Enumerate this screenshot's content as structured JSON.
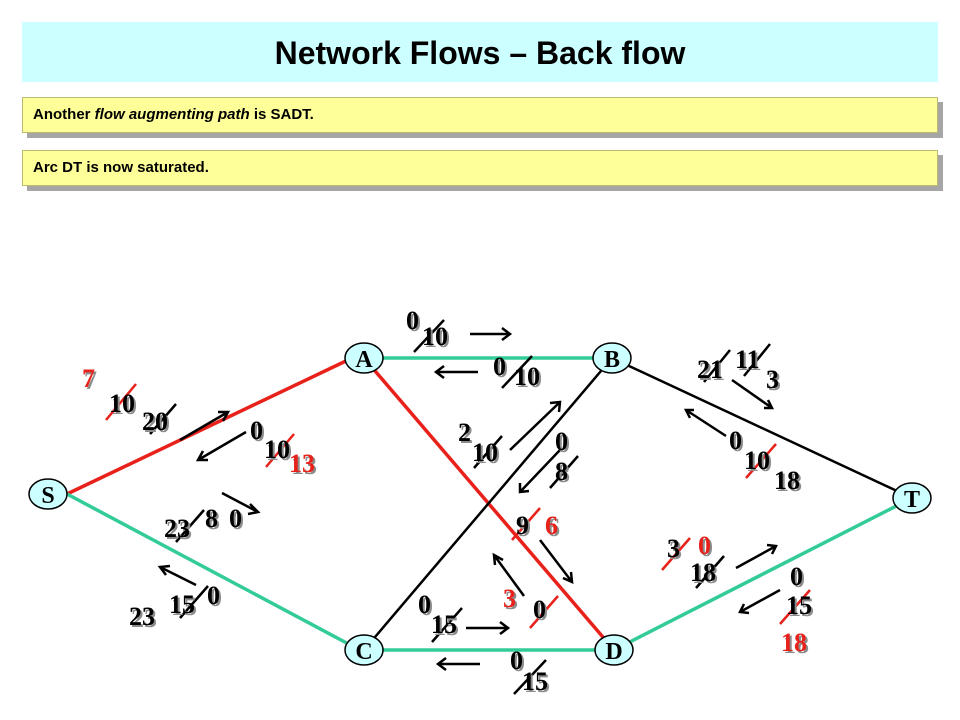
{
  "title": "Network Flows – Back flow",
  "notes": {
    "n1_a": "Another ",
    "n1_b": "flow augmenting path",
    "n1_c": " is SADT.",
    "n2": "Arc DT is now saturated."
  },
  "colors": {
    "title_bg": "#ccffff",
    "note_bg": "#ffff99",
    "node_fill": "#ccffff",
    "teal_edge": "#33cc99",
    "red_edge": "#e8211b",
    "black_edge": "#000000"
  },
  "nodes": {
    "S": "S",
    "A": "A",
    "B": "B",
    "C": "C",
    "D": "D",
    "T": "T"
  },
  "edges": [
    {
      "from": "S",
      "to": "A",
      "color": "red"
    },
    {
      "from": "S",
      "to": "C",
      "color": "teal"
    },
    {
      "from": "A",
      "to": "B",
      "color": "teal"
    },
    {
      "from": "A",
      "to": "D",
      "color": "red"
    },
    {
      "from": "C",
      "to": "B",
      "color": "black"
    },
    {
      "from": "C",
      "to": "D",
      "color": "teal"
    },
    {
      "from": "B",
      "to": "T",
      "color": "black"
    },
    {
      "from": "D",
      "to": "T",
      "color": "teal"
    }
  ],
  "labels": {
    "sa_new_fwd": "7",
    "sa_old_fwd": "10",
    "sa_cap": "20",
    "sa_back_old": "0",
    "sa_back_mid": "10",
    "sa_back_new": "13",
    "sc_a": "23",
    "sc_b": "8",
    "sc_c": "0",
    "sc_d": "23",
    "sc_e": "15",
    "sc_f": "0",
    "ab_a": "0",
    "ab_b": "10",
    "ab_c": "0",
    "ab_d": "10",
    "cb_a": "2",
    "cb_b": "10",
    "cb_c": "0",
    "cb_d": "8",
    "ad_a": "9",
    "ad_b": "6",
    "ad_c": "3",
    "ad_d": "0",
    "cd_a": "0",
    "cd_b": "15",
    "cd_c": "0",
    "cd_d": "15",
    "bt_a": "21",
    "bt_b": "11",
    "bt_c": "3",
    "bt_d": "0",
    "bt_e": "10",
    "bt_f": "18",
    "dt_a": "3",
    "dt_b": "0",
    "dt_c": "18",
    "dt_d": "0",
    "dt_e": "15",
    "dt_f": "18"
  }
}
